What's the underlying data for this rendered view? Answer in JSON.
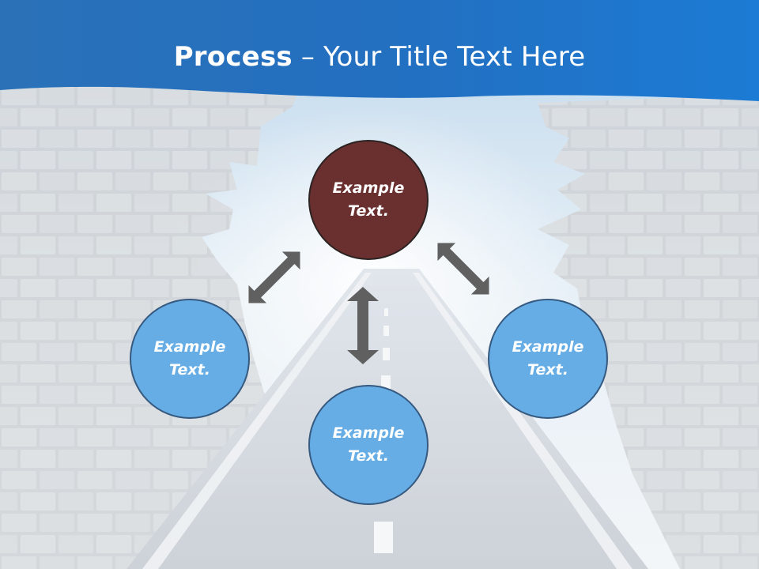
{
  "slide": {
    "title_bold": "Process",
    "title_rest": " – Your Title Text Here"
  },
  "nodes": {
    "top": "Example\nText.",
    "left": "Example\nText.",
    "right": "Example\nText.",
    "bottom": "Example\nText."
  },
  "colors": {
    "header_blue": "#1f73c6",
    "top_node": "#6a2f2f",
    "side_nodes": "#66ade6",
    "node_border": "#35597f",
    "arrow": "#606060"
  }
}
